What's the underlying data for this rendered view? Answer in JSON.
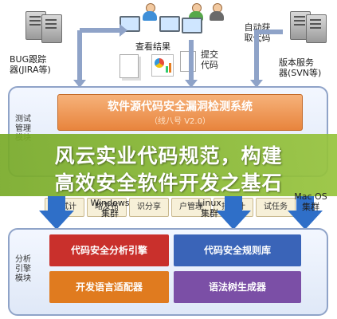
{
  "top_nodes": {
    "view_results": "查看结果",
    "submit_code": "提交\n代码",
    "auto_fetch": "自动获\n取代码",
    "bug_tracker": "BUG跟踪\n器(JIRA等)",
    "version_server": "版本服务\n器(SVN等)"
  },
  "main_system": {
    "title": "软件源代码安全漏洞检测系统",
    "subtitle": "（线八号 V2.0）",
    "side_label": "测试\n管理\n模块",
    "slots": [
      "测试计",
      "略发布",
      "识分享",
      "户管理",
      "抵统计",
      "试任务"
    ]
  },
  "clusters": {
    "windows": "Windows\n集群",
    "linux": "Linux\n集群",
    "macos": "Mac OS\n集群"
  },
  "analysis_engine": {
    "side_label": "分析\n引擎\n模块",
    "blocks": [
      {
        "label": "代码安全分析引擎",
        "color": "#c9302c"
      },
      {
        "label": "代码安全规则库",
        "color": "#3a64b8"
      },
      {
        "label": "开发语言适配器",
        "color": "#e07b1f"
      },
      {
        "label": "语法树生成器",
        "color": "#7b4fa6"
      }
    ]
  },
  "banner": {
    "line1": "风云实业代码规范，构建",
    "line2": "高效安全软件开发之基石"
  },
  "colors": {
    "arrow": "#2f6fc8",
    "banner": "#8ab83a",
    "panel_border": "#8fa3c8",
    "title_bar": "#e8843d"
  }
}
